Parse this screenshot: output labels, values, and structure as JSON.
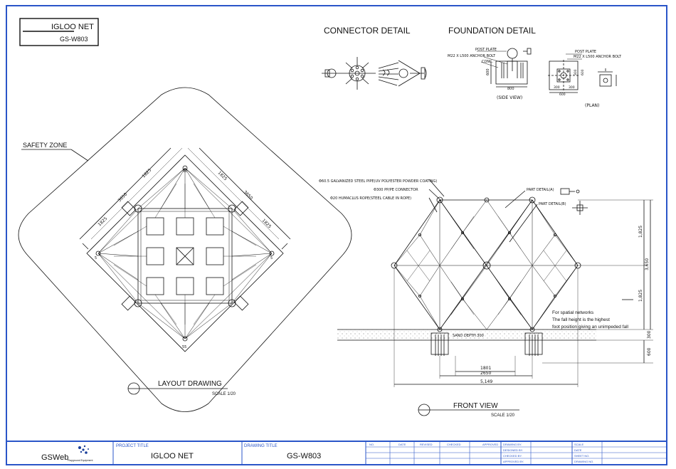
{
  "title_box": {
    "name": "IGLOO NET",
    "code": "GS-W803"
  },
  "headings": {
    "connector": "CONNECTOR DETAIL",
    "foundation": "FOUNDATION DETAIL"
  },
  "foundation": {
    "post_plate": "POST PLATE",
    "anchor_bolt": "M22 X L500 ANCHOR BOLT",
    "conc": "CONC.",
    "depth": "600",
    "width": "800",
    "side_view": "(SIDE VIEW)",
    "plan_post_plate": "POST PLATE",
    "plan_anchor_bolt": "M22 X L500 ANCHOR BOLT",
    "plan_dim_a": "300",
    "plan_dim_b": "600",
    "plan_dim_c": "300",
    "plan_dim_d": "300",
    "plan_dim_e": "600",
    "plan": "(PLAN)"
  },
  "layout": {
    "safety_zone": "SAFETY ZONE",
    "dims": [
      "1825",
      "3650",
      "1825",
      "1825",
      "3650",
      "1825"
    ],
    "node_labels": [
      "60",
      "5",
      "5",
      "55"
    ],
    "drawing_title": "LAYOUT DRAWING",
    "scale": "SCALE 1/20"
  },
  "front": {
    "callouts": [
      "Φ60.5 GALVANIZED STEEL PIPE(UV POLYESTER POWDER COATING)",
      "Φ300 PP/PE CONNECTOR",
      "Φ20 HUMACLUS ROPE(STEEL CABLE IN ROPE)"
    ],
    "part_a": "PART DETAIL(A)",
    "part_b": "PART DETAIL(B)",
    "note_lines": [
      "For spatial networks",
      "The fall height is the highest",
      "foot position giving an unimpeded fall"
    ],
    "sand": "SAND DEPTH 300",
    "dim_inner": "1801",
    "dim_mid": "2650",
    "dim_total": "5,149",
    "v_dim_top": "1,825",
    "v_dim_total": "3,650",
    "v_dim_bottom": "1,825",
    "v_dim_sand": "300",
    "v_dim_found": "600",
    "drawing_title": "FRONT VIEW",
    "scale": "SCALE 1/20"
  },
  "title_block": {
    "logo": "GSWeb",
    "logo_sub": "Playground Equipment",
    "project_label": "PROJECT TITLE",
    "project_value": "IGLOO NET",
    "drawing_label": "DRAWING TITLE",
    "drawing_value": "GS-W803",
    "rev_headers": [
      "NO.",
      "DATE",
      "REVISED",
      "CHECKED",
      "APPROVED"
    ],
    "sign_labels": [
      "DRAWING BY.",
      "DESIGNED BY.",
      "CHECKED BY.",
      "APPROVED BY."
    ],
    "info_labels": [
      "SCALE",
      "DATE",
      "SHEET NO.",
      "DRAWING NO."
    ]
  },
  "colors": {
    "border": "#2a55c8",
    "line": "#111111",
    "logo_accent": "#1a3f9a"
  }
}
